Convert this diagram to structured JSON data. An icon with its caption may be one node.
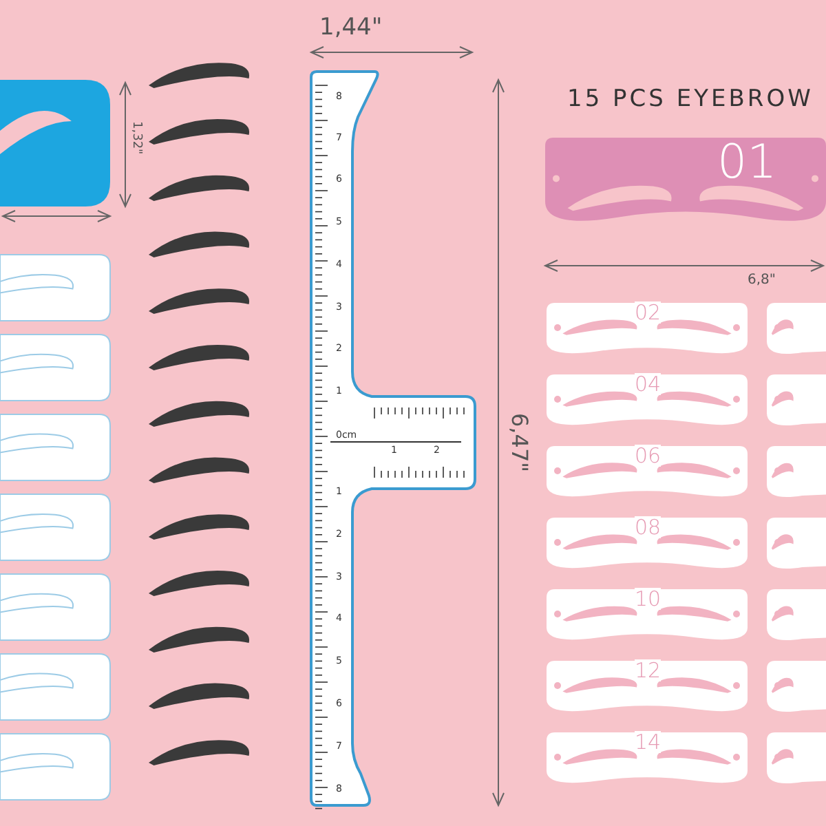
{
  "diagram": {
    "nodes": [
      {
        "text": [
          "01"
        ]
      },
      {
        "text": [
          "02"
        ]
      },
      {
        "text": [],
        "shape": "box"
      },
      {
        "text": [
          "04"
        ]
      },
      {
        "text": [],
        "shape": "box"
      },
      {
        "text": [
          "06"
        ]
      },
      {
        "text": [],
        "shape": "box"
      },
      {
        "text": [
          "08"
        ]
      },
      {
        "text": [],
        "shape": "box"
      },
      {
        "text": [
          "10"
        ]
      },
      {
        "text": [],
        "shape": "box"
      },
      {
        "text": [
          "12"
        ]
      },
      {
        "text": [],
        "shape": "box"
      },
      {
        "text": [
          "14"
        ]
      },
      {
        "text": [],
        "shape": "box"
      }
    ],
    "edges": [],
    "labels": [
      "1,44\"",
      "15 PCS EYEBROW",
      "1,32\"",
      "6,8\"",
      "6,47\"",
      "8",
      "7",
      "6",
      "5",
      "4",
      "3",
      "2",
      "1",
      "0cm",
      "1",
      "2",
      "1",
      "2",
      "3",
      "4",
      "5",
      "6",
      "7",
      "8"
    ]
  }
}
